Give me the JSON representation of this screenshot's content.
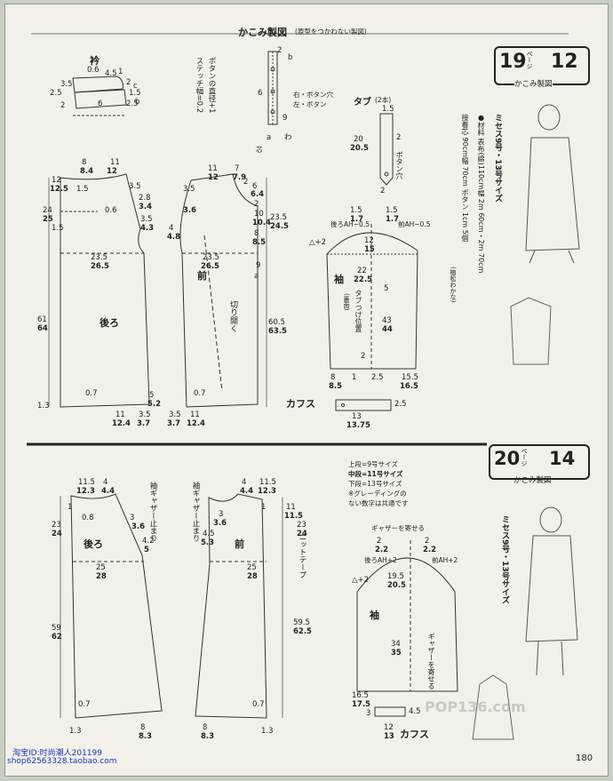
{
  "header": {
    "title": "かこみ製図",
    "subtitle": "(原型をつかわない製図)"
  },
  "section19": {
    "page": "19",
    "page_unit": "ページ",
    "item": "12",
    "kind": "かこみ製図",
    "materials": [
      "ミセス9号・13号サイズ",
      "●材料 表布(綿)110cm幅 2m 60cm・2m 70cm",
      "接着芯 90cm幅 70cm ボタン 1cm 5個",
      "(植松わかな)"
    ],
    "collar_title": "衿",
    "collar_nums": [
      "0.6",
      "4.5",
      "1",
      "3.5",
      "2",
      "2.5",
      "1.5",
      "2",
      "2.5",
      "6"
    ],
    "collar_letters": [
      "c",
      "b"
    ],
    "button_note": [
      "ボタンの直径+1",
      "ステッチ幅=0.2"
    ],
    "front_band": {
      "nums": [
        "2",
        "6",
        "9"
      ],
      "letters": [
        "b",
        "a",
        "わ"
      ],
      "labels": [
        "右・ボタン穴",
        "左・ボタン"
      ]
    },
    "tab": {
      "title": "タブ",
      "count": "(2本)",
      "nums": [
        "1.5",
        "20",
        "20.5",
        "2",
        "2"
      ],
      "label": "ボタン穴"
    },
    "back": {
      "label": "後ろ",
      "nums": [
        "8",
        "11",
        "8.4",
        "12",
        "12",
        "12.5",
        "1.5",
        "0.6",
        "3.5",
        "2.8",
        "3.4",
        "3.5",
        "4.3",
        "24",
        "25",
        "1.5",
        "23.5",
        "26.5",
        "61",
        "64",
        "0.7",
        "5",
        "5.2",
        "11",
        "12.4",
        "3.5",
        "3.7",
        "1.3"
      ]
    },
    "front": {
      "label": "前",
      "nums": [
        "11",
        "12",
        "7",
        "7.9",
        "6",
        "6.4",
        "3.5",
        "3.6",
        "2",
        "10",
        "10.4",
        "4",
        "4.8",
        "23.5",
        "24.5",
        "23.5",
        "26.5",
        "8",
        "8.5",
        "9",
        "60.5",
        "63.5",
        "0.7",
        "3.5",
        "3.7",
        "11",
        "12.4",
        "2"
      ],
      "letters": [
        "芯",
        "a"
      ],
      "cut_label": "切り開く"
    },
    "sleeve": {
      "label": "袖",
      "back_ah": "後ろAH−0.5",
      "front_ah": "前AH−0.5",
      "nums": [
        "1.5",
        "1.7",
        "1.5",
        "1.7",
        "△+2",
        "12",
        "15",
        "22",
        "22.5",
        "5",
        "43",
        "44",
        "2",
        "8",
        "8.5",
        "1",
        "2.5",
        "15.5",
        "16.5"
      ],
      "tab_pos": "タブつけ位置",
      "inside": "(裏面)"
    },
    "cuff": {
      "label": "カフス",
      "nums": [
        "2.5",
        "13",
        "13.75"
      ]
    }
  },
  "section20": {
    "page": "20",
    "page_unit": "ページ",
    "item": "14",
    "kind": "かこみ製図",
    "materials": [
      "ミセス9号・13号サイズ"
    ],
    "legend": [
      "上段=9号サイズ",
      "中段=11号サイズ",
      "下段=13号サイズ",
      "※グレーディングの",
      "ない数字は共通です"
    ],
    "back": {
      "label": "後ろ",
      "gather": "袖ギャザー止まり",
      "nums": [
        "11.5",
        "4",
        "12.3",
        "4.4",
        "1",
        "0.8",
        "3",
        "3.6",
        "4.2",
        "5",
        "23",
        "24",
        "25",
        "28",
        "59",
        "62",
        "0.7",
        "1.3",
        "8",
        "8.3"
      ]
    },
    "front": {
      "label": "前",
      "gather": "袖ギャザー止まり",
      "tape": "ニットテープ",
      "nums": [
        "4",
        "11.5",
        "4.4",
        "12.3",
        "1",
        "11",
        "11.5",
        "3",
        "3.6",
        "4.5",
        "5.3",
        "23",
        "24",
        "25",
        "28",
        "59.5",
        "62.5",
        "0.7",
        "8",
        "8.3",
        "1.3"
      ]
    },
    "sleeve": {
      "label": "袖",
      "top_gather": "ギャザーを寄せる",
      "back_ah": "後ろAH+2",
      "front_ah": "前AH+2",
      "nums": [
        "2",
        "2.2",
        "2",
        "2.2",
        "19.5",
        "20.5",
        "△+2",
        "34",
        "35",
        "16.5",
        "17.5",
        "3",
        "12",
        "13"
      ],
      "gather_side": "ギャザーを寄せる"
    },
    "cuff": {
      "label": "カフス",
      "nums": [
        "4.5",
        "12",
        "13"
      ]
    }
  },
  "watermark": "POP136.com",
  "footer": {
    "shop_id": "淘宝ID:时尚潮人201199",
    "shop_url": "shop62563328.taobao.com",
    "page_number": "180"
  }
}
